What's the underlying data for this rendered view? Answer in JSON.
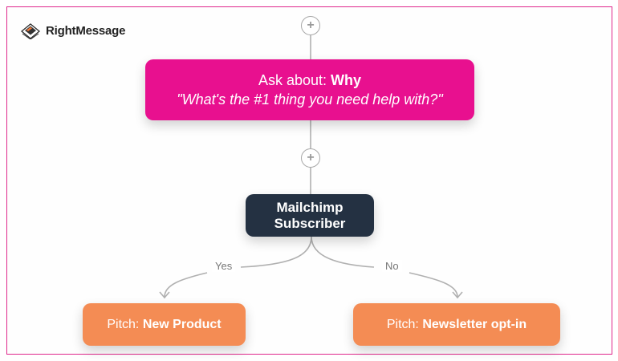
{
  "brand": {
    "name": "RightMessage",
    "frame_color": "#e0288c"
  },
  "nodes": {
    "ask": {
      "prefix": "Ask about: ",
      "topic": "Why",
      "question": "\"What's the #1 thing you need help with?\"",
      "color": "#e8108f"
    },
    "condition": {
      "line1": "Mailchimp",
      "line2": "Subscriber",
      "color": "#243142"
    },
    "pitch_yes": {
      "prefix": "Pitch: ",
      "offer": "New Product",
      "color": "#f48c54"
    },
    "pitch_no": {
      "prefix": "Pitch: ",
      "offer": "Newsletter opt-in",
      "color": "#f48c54"
    }
  },
  "edges": {
    "yes_label": "Yes",
    "no_label": "No"
  },
  "add_buttons": {
    "glyph": "+"
  }
}
